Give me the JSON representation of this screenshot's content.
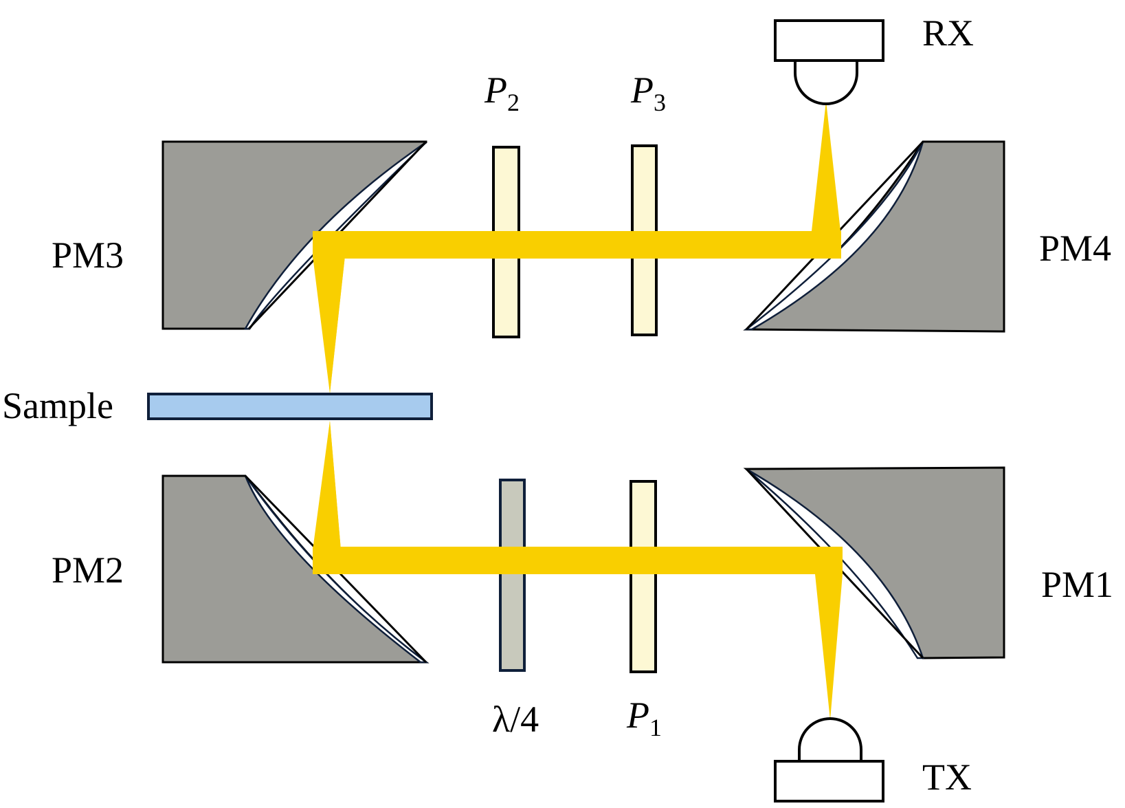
{
  "labels": {
    "rx": "RX",
    "tx": "TX",
    "pm1": "PM1",
    "pm2": "PM2",
    "pm3": "PM3",
    "pm4": "PM4",
    "sample": "Sample",
    "quarter_wave": "λ/4",
    "p1": {
      "main": "P",
      "sub": "1"
    },
    "p2": {
      "main": "P",
      "sub": "2"
    },
    "p3": {
      "main": "P",
      "sub": "3"
    }
  },
  "colors": {
    "beam": "#f9cf00",
    "mirror_fill": "#9c9c97",
    "polarizer_fill": "#fdf8d4",
    "waveplate_fill": "#c8c9bc",
    "sample_fill": "#a7cbee",
    "dark_outline": "#0f1f3a"
  }
}
